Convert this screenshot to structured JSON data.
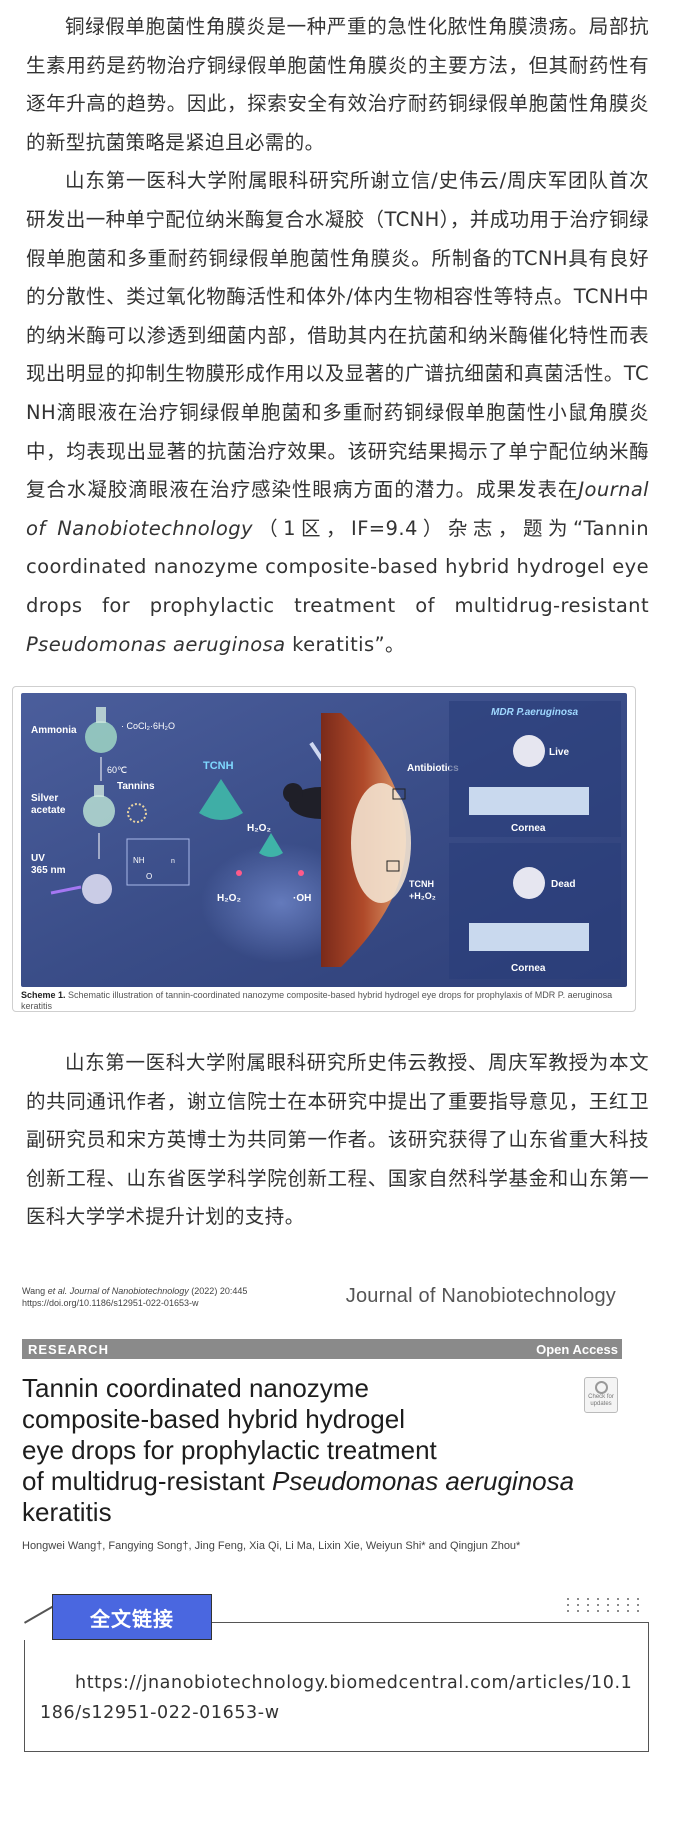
{
  "article": {
    "para1": "铜绿假单胞菌性角膜炎是一种严重的急性化脓性角膜溃疡。局部抗生素用药是药物治疗铜绿假单胞菌性角膜炎的主要方法，但其耐药性有逐年升高的趋势。因此，探索安全有效治疗耐药铜绿假单胞菌性角膜炎的新型抗菌策略是紧迫且必需的。",
    "para2_a": "山东第一医科大学附属眼科研究所谢立信/史伟云/周庆军团队首次研发出一种单宁配位纳米酶复合水凝胶（TCNH），并成功用于治疗铜绿假单胞菌和多重耐药铜绿假单胞菌性角膜炎。所制备的TCNH具有良好的分散性、类过氧化物酶活性和体外/体内生物相容性等特点。TCNH中的纳米酶可以渗透到细菌内部，借助其内在抗菌和纳米酶催化特性而表现出明显的抑制生物膜形成作用以及显著的广谱抗细菌和真菌活性。TCNH滴眼液在治疗铜绿假单胞菌和多重耐药铜绿假单胞菌性小鼠角膜炎中，均表现出显著的抗菌治疗效果。该研究结果揭示了单宁配位纳米酶复合水凝胶滴眼液在治疗感染性眼病方面的潜力。成果发表在",
    "para2_journal": "Journal of Nanobiotechnology",
    "para2_b": "（1区，IF=9.4）杂志，题为“Tannin coordinated nanozyme composite-based hybrid hydrogel eye drops for prophylactic treatment of multidrug-resistant ",
    "para2_species": "Pseudomonas aeruginosa",
    "para2_c": " keratitis”。",
    "para3": "山东第一医科大学附属眼科研究所史伟云教授、周庆军教授为本文的共同通讯作者，谢立信院士在本研究中提出了重要指导意见，王红卫副研究员和宋方英博士为共同第一作者。该研究获得了山东省重大科技创新工程、山东省医学科学院创新工程、国家自然科学基金和山东第一医科大学学术提升计划的支持。"
  },
  "scheme": {
    "labels": {
      "ammonia": "Ammonia",
      "cocl2": "· CoCl₂·6H₂O",
      "temp": "60℃",
      "silver": "Silver",
      "acetate": "acetate",
      "tannins": "Tannins",
      "uv": "UV",
      "uv_nm": "365 nm",
      "tcnh": "TCNH",
      "h2o2_a": "H₂O₂",
      "h2o2_b": "H₂O₂",
      "oh": "·OH",
      "antibiotics": "Antibiotics",
      "mdr": "MDR P.aeruginosa",
      "live": "Live",
      "dead": "Dead",
      "cornea_a": "Cornea",
      "cornea_b": "Cornea",
      "tcnh_h2o2_a": "TCNH",
      "tcnh_h2o2_b": "+H₂O₂",
      "nh": "NH",
      "o": "O",
      "n": "n"
    },
    "caption_label": "Scheme 1.",
    "caption_text": " Schematic illustration of tannin-coordinated nanozyme composite-based hybrid hydrogel eye drops for prophylaxis of MDR P. aeruginosa keratitis"
  },
  "paper": {
    "cite_line1_a": "Wang ",
    "cite_line1_etal": "et al. Journal of Nanobiotechnology",
    "cite_line1_b": "      (2022) 20:445",
    "cite_line2": "https://doi.org/10.1186/s12951-022-01653-w",
    "journal": "Journal of Nanobiotechnology",
    "research": "RESEARCH",
    "open_access": "Open Access",
    "title_1": "Tannin coordinated nanozyme",
    "title_2": "composite-based hybrid hydrogel",
    "title_3": "eye drops for prophylactic treatment",
    "title_4a": "of multidrug-resistant ",
    "title_4b": "Pseudomonas aeruginosa",
    "title_5": "keratitis",
    "check_updates": "Check for updates",
    "authors": "Hongwei Wang†, Fangying Song†, Jing Feng, Xia Qi, Li Ma, Lixin Xie, Weiyun Shi* and Qingjun Zhou*"
  },
  "link": {
    "tab_label": "全文链接",
    "url": "https://jnanobiotechnology.biomedcentral.com/articles/10.1186/s12951-022-01653-w"
  },
  "colors": {
    "tab_blue": "#4a67e0",
    "research_bar": "#8a8a8a",
    "scheme_bg": "#3b4f8c"
  }
}
